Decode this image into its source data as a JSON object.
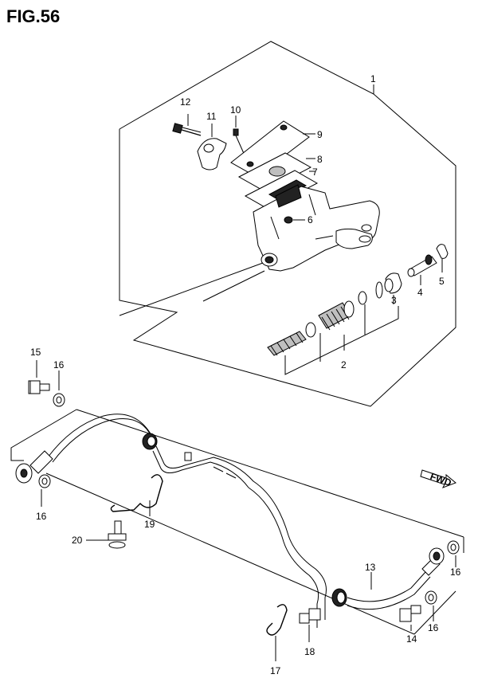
{
  "title": "FIG.56",
  "fwd_label": "FWD",
  "callouts": {
    "c1": "1",
    "c2": "2",
    "c3": "3",
    "c4": "4",
    "c5": "5",
    "c6": "6",
    "c7": "7",
    "c8": "8",
    "c9": "9",
    "c10": "10",
    "c11": "11",
    "c12": "12",
    "c13": "13",
    "c14": "14",
    "c15": "15",
    "c16a": "16",
    "c16b": "16",
    "c16c": "16",
    "c16d": "16",
    "c17": "17",
    "c18": "18",
    "c19": "19",
    "c20": "20"
  }
}
